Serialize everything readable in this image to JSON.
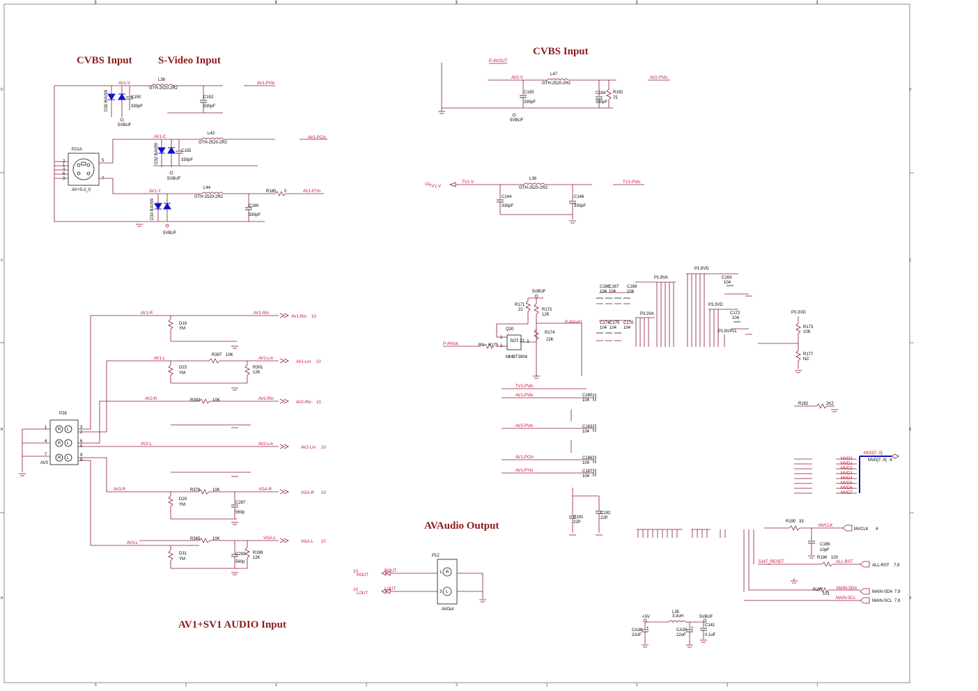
{
  "headings": {
    "cvbs_sv_left": "CVBS Input",
    "svideo": "S-Video Input",
    "cvbs_right": "CVBS Input",
    "av_audio_output": "AVAudio Output",
    "av1_sv1_audio": "AV1+SV1 AUDIO Input"
  },
  "frame": {
    "cols": [
      "5",
      "4",
      "3",
      "2",
      "1"
    ],
    "rows": [
      "D",
      "C",
      "B",
      "A"
    ]
  },
  "nets": {
    "av1_v": "AV1-V",
    "av1_pvin": "AV1-PVin",
    "av1_c": "AV1-C",
    "av1_pcin": "AV1-PCin",
    "av1_y": "AV1-Y",
    "av1_pyin": "AV1-PYin",
    "p_avout": "P-AVOUT",
    "av2_v": "AV2-V",
    "av2_pvin": "AV2-PVin",
    "tv1_v": "TV1-V",
    "tv1_pvin": "TV1-PVin",
    "av1_r": "AV1-R",
    "av1_rin": "AV1-Rin",
    "av1_l": "AV1-L",
    "av1_lin": "AV1-Lin",
    "av2_r": "AV2-R",
    "av2_rin": "AV2-Rin",
    "av2_l": "AV2-L",
    "av2_lin": "AV2-Lin",
    "av3_r": "AV3-R",
    "vga_r": "VGA-R",
    "av3_l": "AV3-L",
    "vga_l": "VGA-L",
    "rout": "ROUT",
    "lout": "LOUT",
    "p_avout_lc": "P-AVout",
    "p_avout1": "P-AVout1",
    "mvclk": "MVCLK",
    "all_rst": "ALL-RST",
    "main_sda": "MAIN-SDA",
    "main_scl": "MAIN-SCL",
    "reset5147": "5147_RESET",
    "mvd_bus": "MVD[7..0]",
    "p18va": "P1.8VA",
    "p18vd": "P1.8VD",
    "p33va": "P3.3VA",
    "p33vd": "P3.3VD",
    "p18vpll": "P1.8VPLL",
    "p33vd_r": "P3.3VD",
    "vbuf5": "5VBUF",
    "plus5v": "+5V"
  },
  "offsheet": {
    "av1_rin": "AV1-Rin",
    "av1_lin": "AV1-Lin",
    "av2_rin": "AV2-Rin",
    "av2_lin": "AV2-Lin",
    "vga_r": "VGA-R",
    "vga_l": "VGA-L",
    "rout": "ROUT",
    "lout": "LOUT",
    "tv1_v": "TV1-V",
    "mvclk": "MVCLK",
    "all_rst": "ALL-RST",
    "main_sda": "MAIN-SDA",
    "main_scl": "MAIN-SCL",
    "mvd": "MVD[7..0]",
    "ten": "10",
    "four": "4",
    "seven_nine": "7,9"
  },
  "parts": {
    "l38": "L38",
    "l38v": "GTH-2520-2R2",
    "l43": "L43",
    "l43v": "GTH-2520-2R2",
    "l44": "L44",
    "l44v": "GTH-2520-2R2",
    "l47": "L47",
    "l47v": "GTH-2520-2R2",
    "l36": "L36",
    "l36v": "GTH-2520-2R2",
    "c150": "C150",
    "c150v": "330pF",
    "c152": "C152",
    "c152v": "330pF",
    "c155": "C155",
    "c155v": "330pF",
    "c160": "C160",
    "c160v": "330pF",
    "c193": "C193",
    "c193v": "330pF",
    "c194": "C194",
    "c194v": "330pF",
    "c144": "C144",
    "c144v": "330pF",
    "c146": "C146",
    "c146v": "330pF",
    "r192": "R192",
    "r192v": "75",
    "r180": "R180",
    "r180v": "0",
    "d30": "D30 BAV99",
    "d32": "D32 BAV99",
    "d33": "D33 BAV99",
    "p21a": "P21A",
    "p21av": "AV+S-2_0",
    "p26": "P26",
    "av3": "AV3",
    "d19": "D19",
    "d19v": "YM",
    "d23": "D23",
    "d23v": "YM",
    "d29": "D29",
    "d29v": "YM",
    "d31": "D31",
    "d31v": "YM",
    "r397": "R397",
    "r397v": "10K",
    "r301": "R301",
    "r301v": "12K",
    "r383": "R383",
    "r383v": "10K",
    "r378": "R378",
    "r378v": "10K",
    "r385": "R385",
    "r385v": "10K",
    "r198": "R198",
    "r198v": "12K",
    "c287": "C287",
    "c287v": "560p",
    "c293": "C293",
    "c293v": "560p",
    "p12": "P12",
    "avout": "AVOut",
    "r171": "R171",
    "r171v": "22",
    "r172": "R172",
    "r172v": "12K",
    "r174": "R174",
    "r174v": "22K",
    "r175": "R175",
    "r8": "R8",
    "q20": "Q20",
    "q20v": "MMBT3904",
    "sot23": "SOT 23",
    "c180": "C180",
    "c183": "C183",
    "c186": "C186",
    "c187": "C187",
    "cap104": "104",
    "c191": "C191",
    "c191v": "22P",
    "c192": "C192",
    "c192v": "22P",
    "c166": "C166",
    "c167": "C167",
    "c169": "C169",
    "c174": "C174",
    "c175": "C175",
    "c170": "C170",
    "c163": "C163",
    "c172": "C172",
    "r173": "R173",
    "r173v": "10K",
    "r177": "R177",
    "r177v": "NC",
    "r182": "R182",
    "r182v": "2K2",
    "r190": "R190",
    "r190v": "33",
    "c189": "C189",
    "c189v": "10pF",
    "r196": "R196",
    "r196v": "100",
    "r197": "R197",
    "r197v": "101",
    "l35": "L35",
    "l35v": "3.3uH",
    "ca38": "CA38",
    "ca38v": "22uF",
    "ca39": "CA39",
    "ca39v": "22uF",
    "c141": "C141",
    "c141v": "0.1uF",
    "mvd0": "MVD0",
    "mvd1": "MVD1",
    "mvd2": "MVD2",
    "mvd3": "MVD3",
    "mvd4": "MVD4",
    "mvd5": "MVD5",
    "mvd6": "MVD6",
    "mvd7": "MVD7"
  },
  "pins": {
    "p21a": [
      "2",
      "1",
      "4",
      "6",
      "3",
      "5",
      "7"
    ],
    "p26_left": [
      "1",
      "4",
      "7"
    ],
    "p26_right": [
      "3",
      "2",
      "6",
      "5",
      "9",
      "8"
    ],
    "p26_letters": [
      "R",
      "L"
    ],
    "p12_letters": [
      "R",
      "L"
    ],
    "p12_nums": [
      "1",
      "3"
    ],
    "q20": [
      "1",
      "2",
      "3"
    ],
    "cap_pol": "+"
  }
}
